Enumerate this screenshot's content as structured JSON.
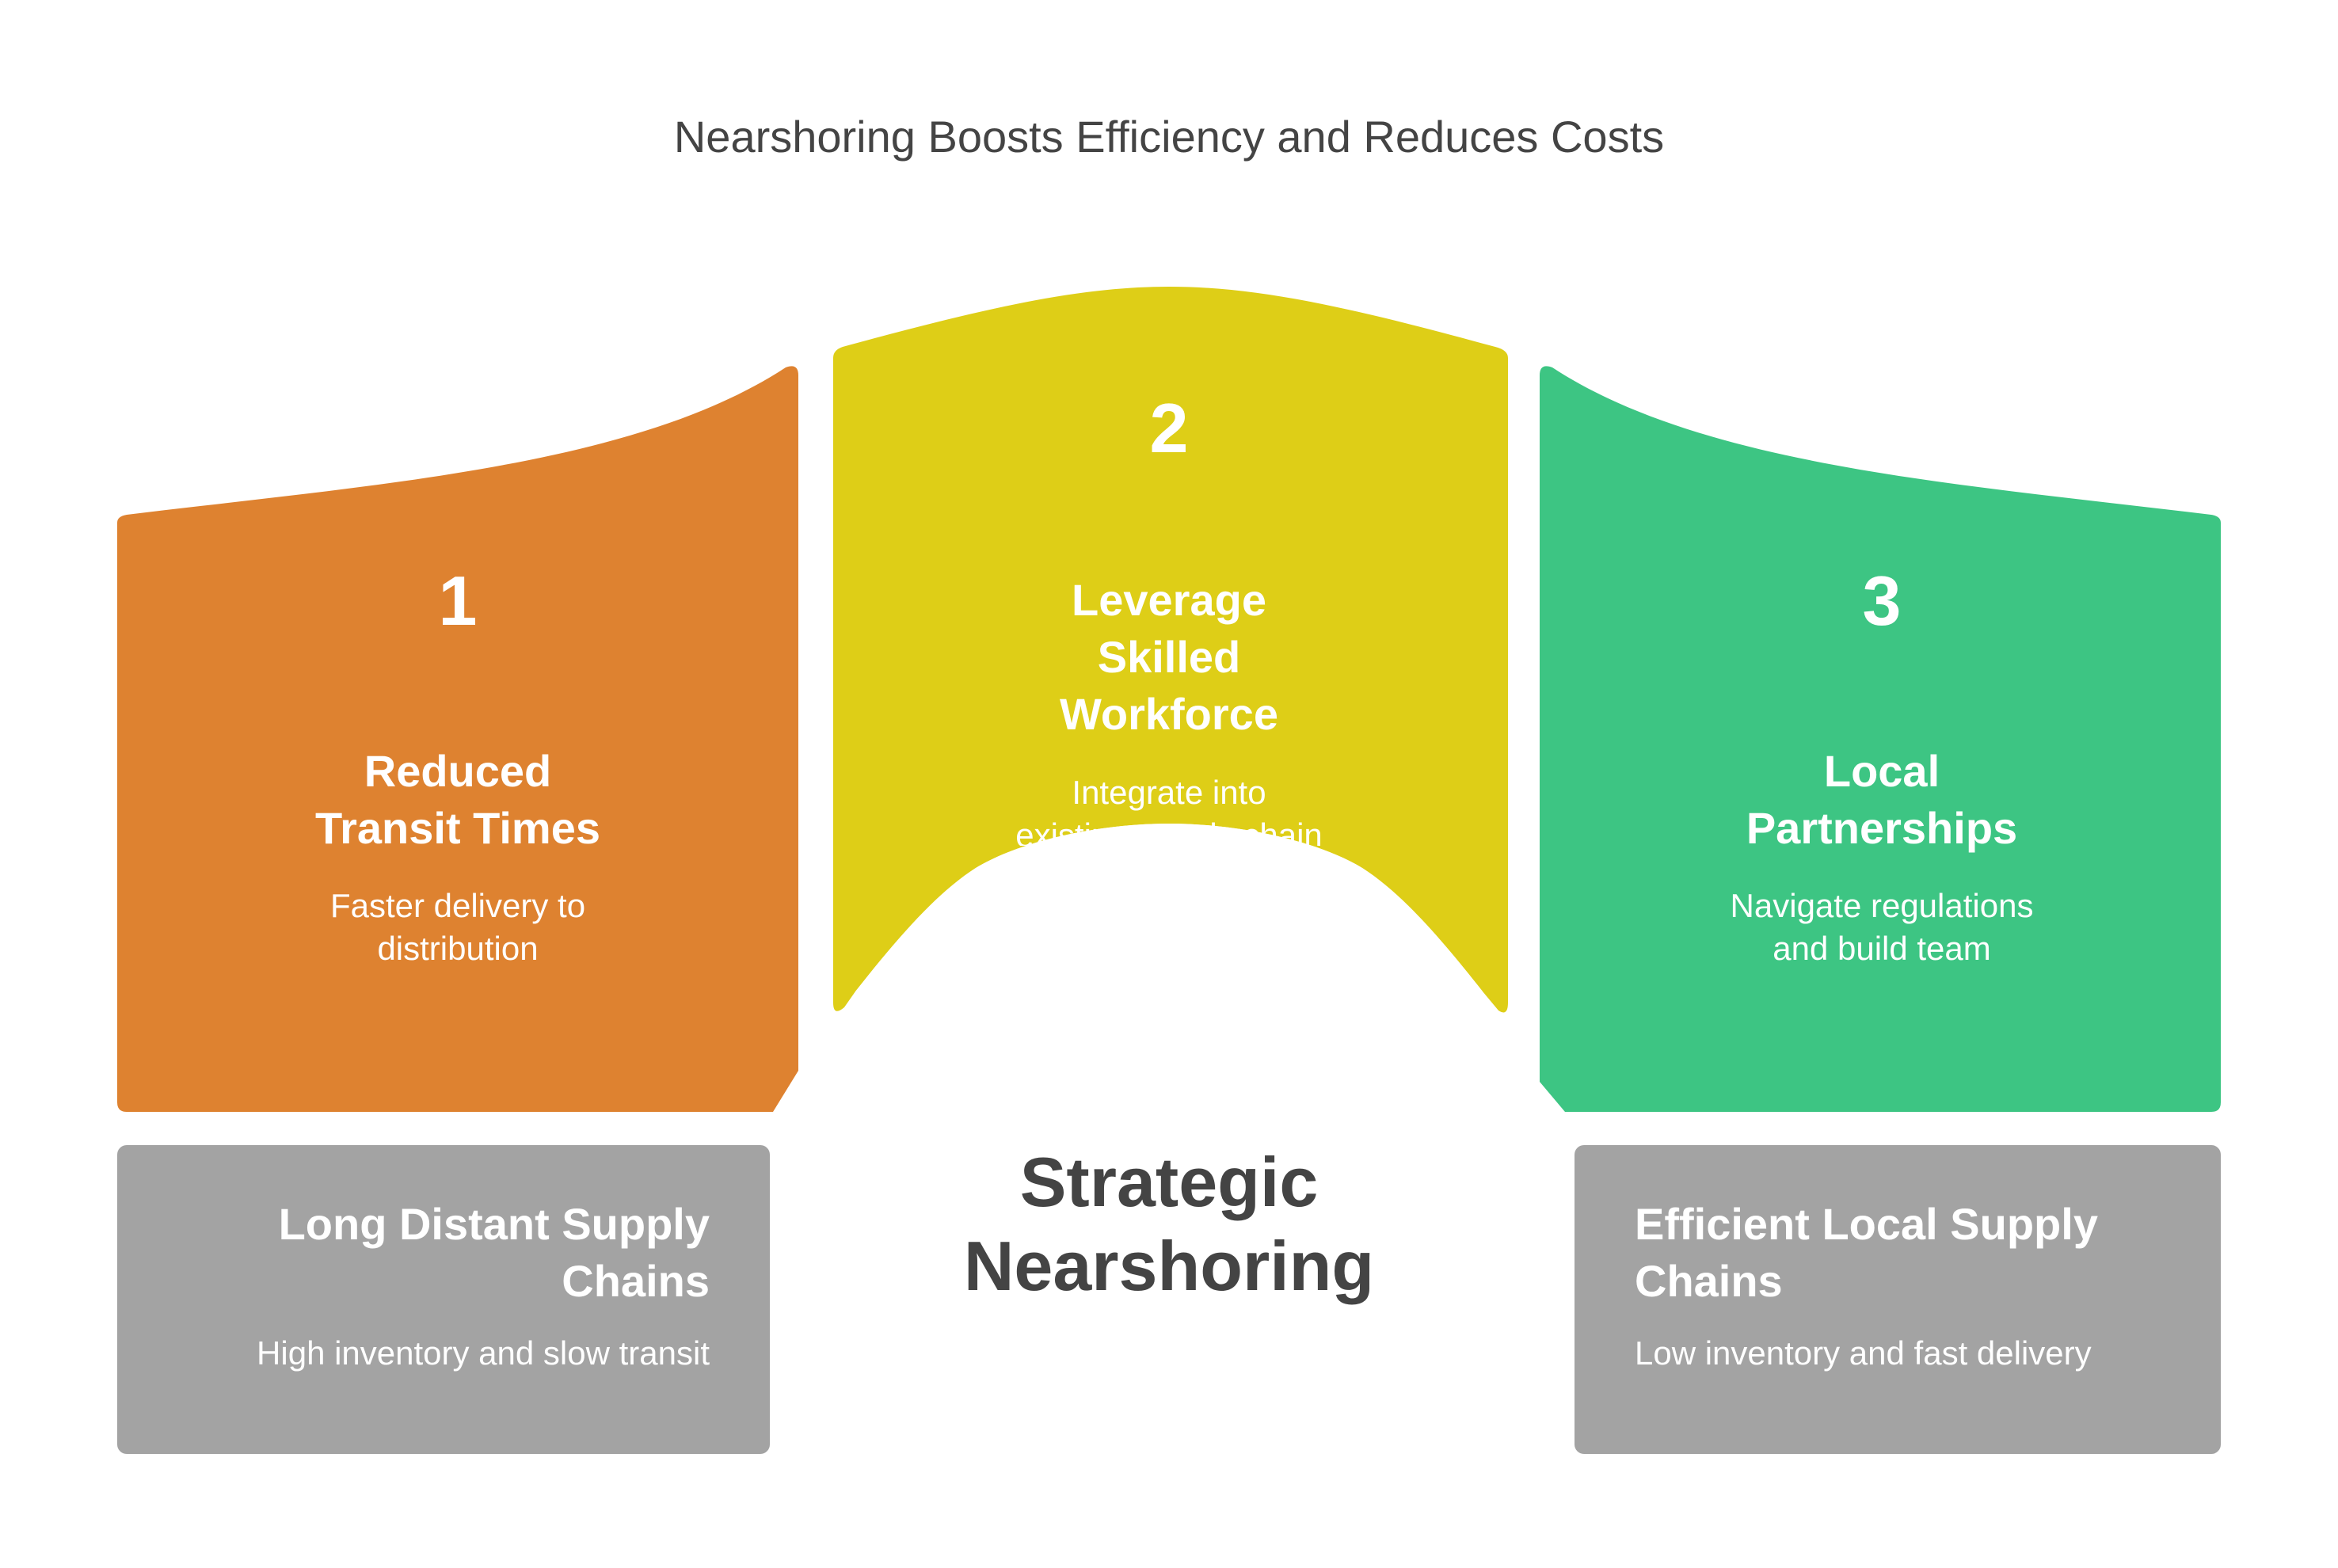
{
  "title": "Nearshoring Boosts Efficiency and Reduces Costs",
  "center_label": {
    "line1": "Strategic",
    "line2": "Nearshoring"
  },
  "steps": [
    {
      "number": "1",
      "heading_line1": "Reduced",
      "heading_line2": "Transit Times",
      "desc_line1": "Faster delivery to",
      "desc_line2": "distribution",
      "color": "#DE8230"
    },
    {
      "number": "2",
      "heading_line1": "Leverage",
      "heading_line2": "Skilled",
      "heading_line3": "Workforce",
      "desc_line1": "Integrate into",
      "desc_line2": "existing supply chain",
      "color": "#DECE17"
    },
    {
      "number": "3",
      "heading_line1": "Local",
      "heading_line2": "Partnerships",
      "desc_line1": "Navigate regulations",
      "desc_line2": "and build team",
      "color": "#3DC583"
    }
  ],
  "before": {
    "heading_line1": "Long Distant Supply",
    "heading_line2": "Chains",
    "desc": "High inventory and slow transit",
    "color": "#A3A3A3"
  },
  "after": {
    "heading_line1": "Efficient Local Supply",
    "heading_line2": "Chains",
    "desc": "Low inventory and fast delivery",
    "color": "#A3A3A3"
  }
}
